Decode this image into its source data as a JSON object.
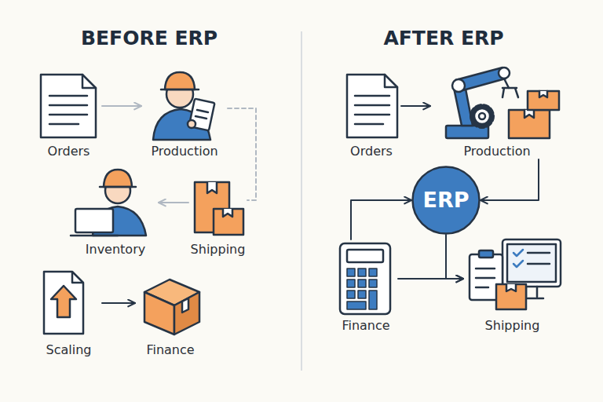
{
  "diagram": {
    "nodes": [
      {
        "text": [
          "Orders"
        ]
      },
      {
        "text": [
          "Production"
        ]
      },
      {
        "text": [
          "Inventory"
        ]
      },
      {
        "text": [
          "Shipping"
        ]
      },
      {
        "text": [
          "Scaling"
        ]
      },
      {
        "text": [
          "Finance"
        ]
      },
      {
        "text": [
          "Orders"
        ]
      },
      {
        "text": [
          "Production"
        ]
      },
      {
        "text": [
          "ERP"
        ]
      },
      {
        "text": [
          "Finance"
        ]
      },
      {
        "text": [
          "Shipping"
        ]
      }
    ],
    "edges": [
      {
        "from": 0,
        "to": 1,
        "arrow": "to"
      },
      {
        "from": 1,
        "to": 3,
        "arrow": "none"
      },
      {
        "from": 3,
        "to": 2,
        "arrow": "to"
      },
      {
        "from": 4,
        "to": 5,
        "arrow": "to"
      },
      {
        "from": 6,
        "to": 7,
        "arrow": "to"
      },
      {
        "from": 7,
        "to": 8,
        "arrow": "to"
      },
      {
        "from": 9,
        "to": 8,
        "arrow": "to"
      },
      {
        "from": 8,
        "to": 10,
        "arrow": "to"
      },
      {
        "from": 9,
        "to": 10,
        "arrow": "to"
      }
    ],
    "labels": [
      "BEFORE ERP",
      "AFTER ERP"
    ]
  }
}
